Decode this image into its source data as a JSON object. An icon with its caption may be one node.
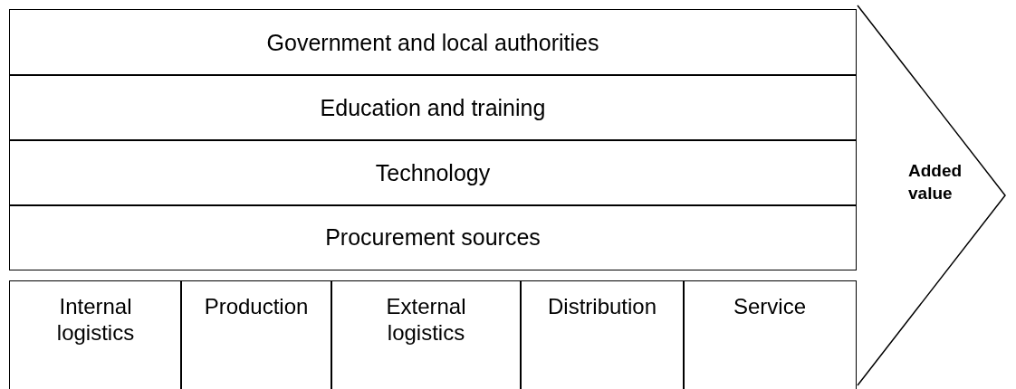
{
  "diagram": {
    "nodes": [
      {
        "text": [
          "Government and local authorities"
        ]
      },
      {
        "text": [
          "Education and training"
        ]
      },
      {
        "text": [
          "Technology"
        ]
      },
      {
        "text": [
          "Procurement sources"
        ]
      },
      {
        "text": [
          "Internal logistics"
        ]
      },
      {
        "text": [
          "Production"
        ]
      },
      {
        "text": [
          "External logistics"
        ]
      },
      {
        "text": [
          "Distribution"
        ]
      },
      {
        "text": [
          "Service"
        ]
      },
      {
        "text": [
          "Added value"
        ]
      }
    ],
    "edges": []
  }
}
